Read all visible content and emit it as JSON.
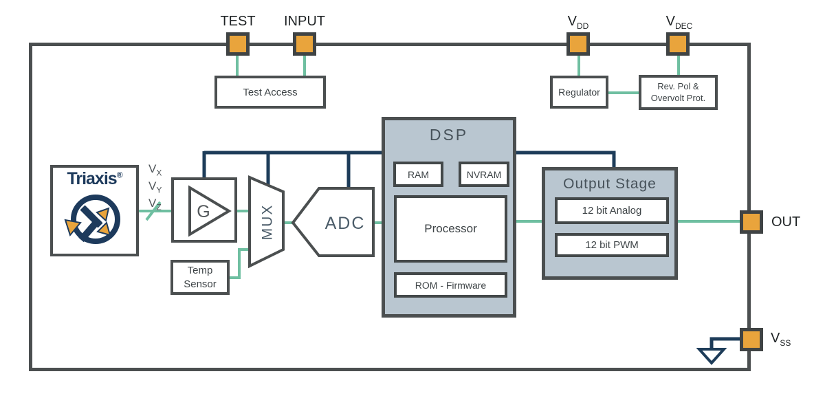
{
  "colors": {
    "pin_orange": "#E9A43C",
    "wire_green": "#6FBFA1",
    "bus_navy": "#1D3C59",
    "block_fill_bluegray": "#B9C6D0",
    "border_gray": "#4B4F50"
  },
  "pins": {
    "test": {
      "label": "TEST"
    },
    "input": {
      "label": "INPUT"
    },
    "vdd": {
      "main": "V",
      "sub": "DD"
    },
    "vdec": {
      "main": "V",
      "sub": "DEC"
    },
    "out": {
      "label": "OUT"
    },
    "vss": {
      "main": "V",
      "sub": "SS"
    }
  },
  "signals": {
    "vx": {
      "main": "V",
      "sub": "X"
    },
    "vy": {
      "main": "V",
      "sub": "Y"
    },
    "vz": {
      "main": "V",
      "sub": "Z"
    }
  },
  "blocks": {
    "test_access": {
      "label": "Test Access"
    },
    "regulator": {
      "label": "Regulator"
    },
    "protection": {
      "line1": "Rev. Pol &",
      "line2": "Overvolt Prot."
    },
    "sensor": {
      "brand": "Triaxis",
      "reg": "®"
    },
    "amplifier": {
      "label": "G"
    },
    "mux": {
      "label": "MUX"
    },
    "adc": {
      "label": "ADC"
    },
    "temp_sensor": {
      "line1": "Temp",
      "line2": "Sensor"
    },
    "dsp": {
      "title": "DSP",
      "ram": "RAM",
      "nvram": "NVRAM",
      "processor": "Processor",
      "rom": "ROM - Firmware"
    },
    "output_stage": {
      "title": "Output Stage",
      "analog": "12 bit Analog",
      "pwm": "12 bit PWM"
    }
  }
}
